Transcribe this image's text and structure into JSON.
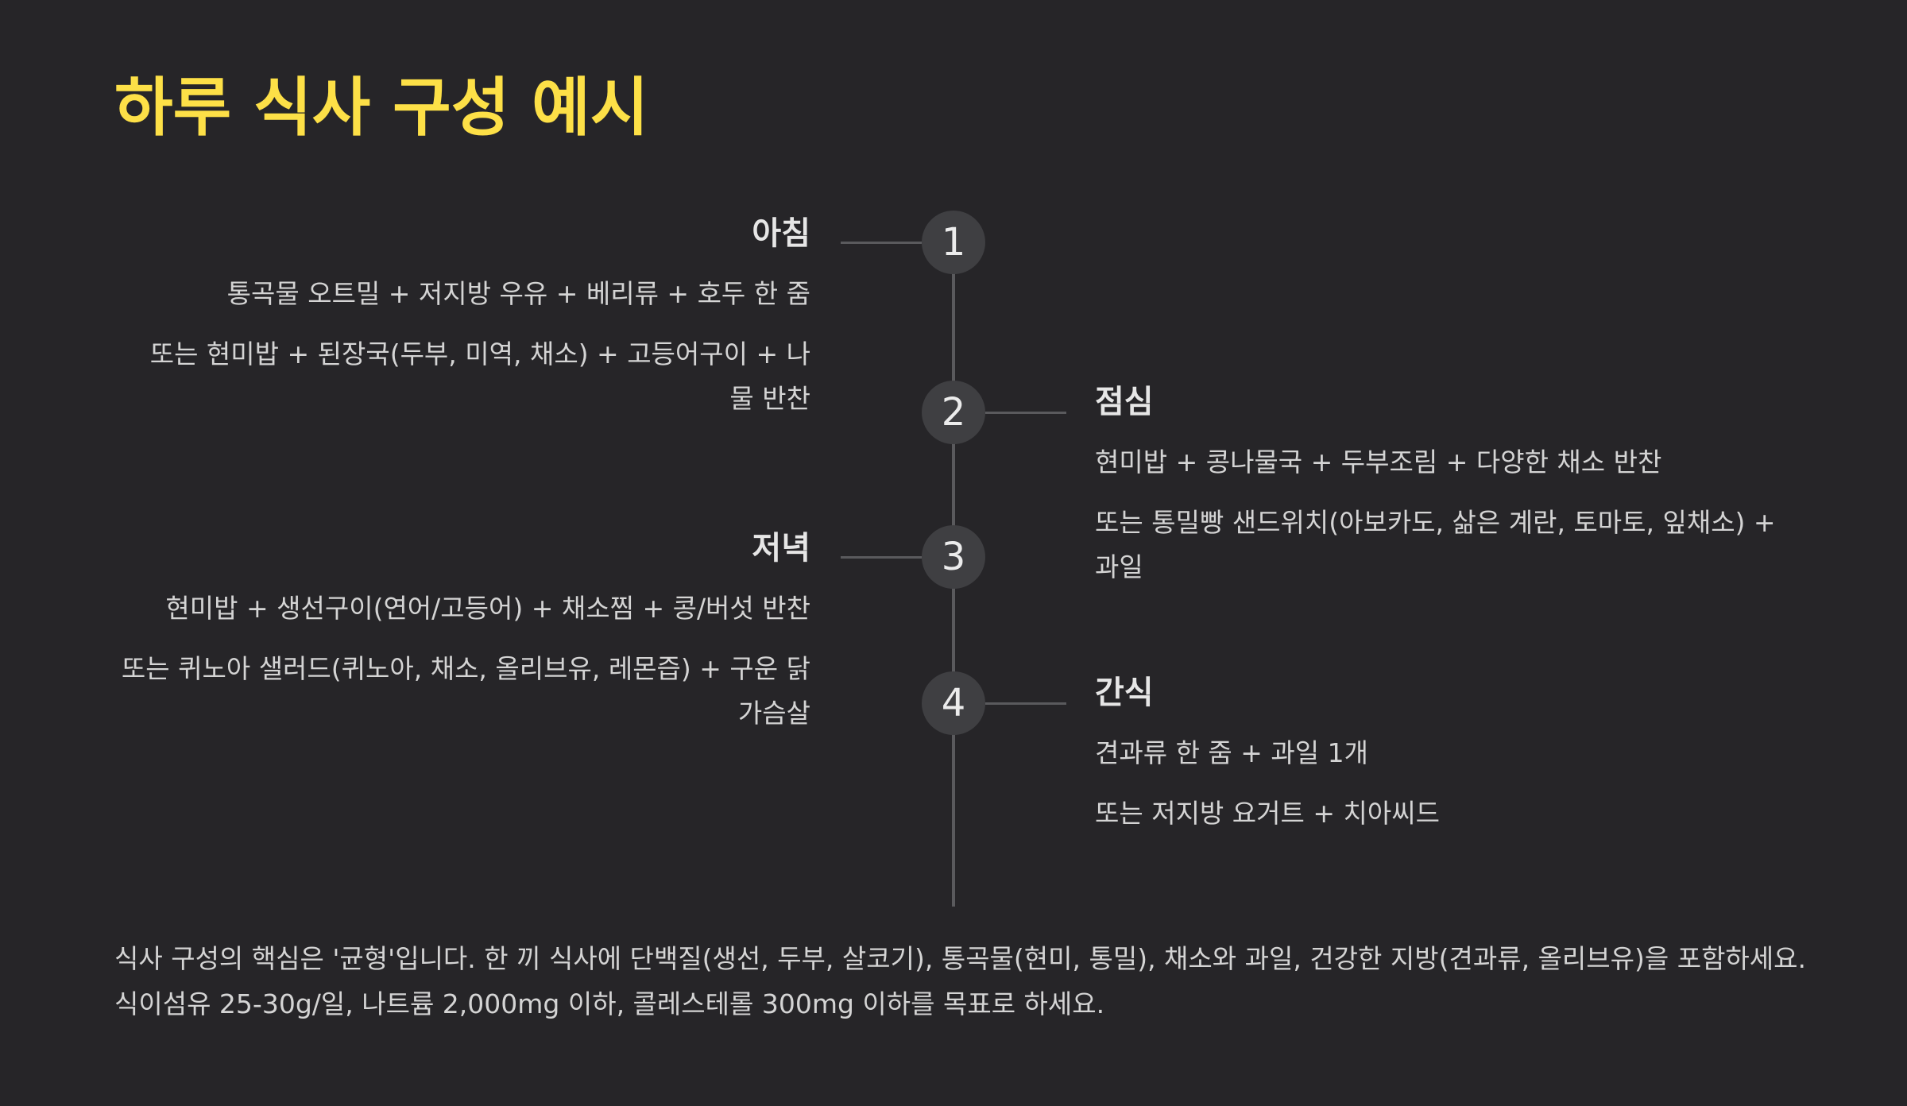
{
  "title": "하루 식사 구성 예시",
  "colors": {
    "background": "#262528",
    "title": "#fde047",
    "node": "#3f3f42",
    "line": "#5a5a5d"
  },
  "steps": [
    {
      "number": "1",
      "meal": "아침",
      "options": [
        "통곡물 오트밀 + 저지방 우유 + 베리류 + 호두 한 줌",
        "또는 현미밥 + 된장국(두부, 미역, 채소) + 고등어구이 + 나물 반찬"
      ]
    },
    {
      "number": "2",
      "meal": "점심",
      "options": [
        "현미밥 + 콩나물국 + 두부조림 + 다양한 채소 반찬",
        "또는 통밀빵 샌드위치(아보카도, 삶은 계란, 토마토, 잎채소) + 과일"
      ]
    },
    {
      "number": "3",
      "meal": "저녁",
      "options": [
        "현미밥 + 생선구이(연어/고등어) + 채소찜 + 콩/버섯 반찬",
        "또는 퀴노아 샐러드(퀴노아, 채소, 올리브유, 레몬즙) + 구운 닭 가슴살"
      ]
    },
    {
      "number": "4",
      "meal": "간식",
      "options": [
        "견과류 한 줌 + 과일 1개",
        "또는 저지방 요거트 + 치아씨드"
      ]
    }
  ],
  "summary": "식사 구성의 핵심은 '균형'입니다. 한 끼 식사에 단백질(생선, 두부, 살코기), 통곡물(현미, 통밀), 채소와 과일, 건강한 지방(견과류, 올리브유)을 포함하세요. 식이섬유 25-30g/일, 나트륨 2,000mg 이하, 콜레스테롤 300mg 이하를 목표로 하세요."
}
